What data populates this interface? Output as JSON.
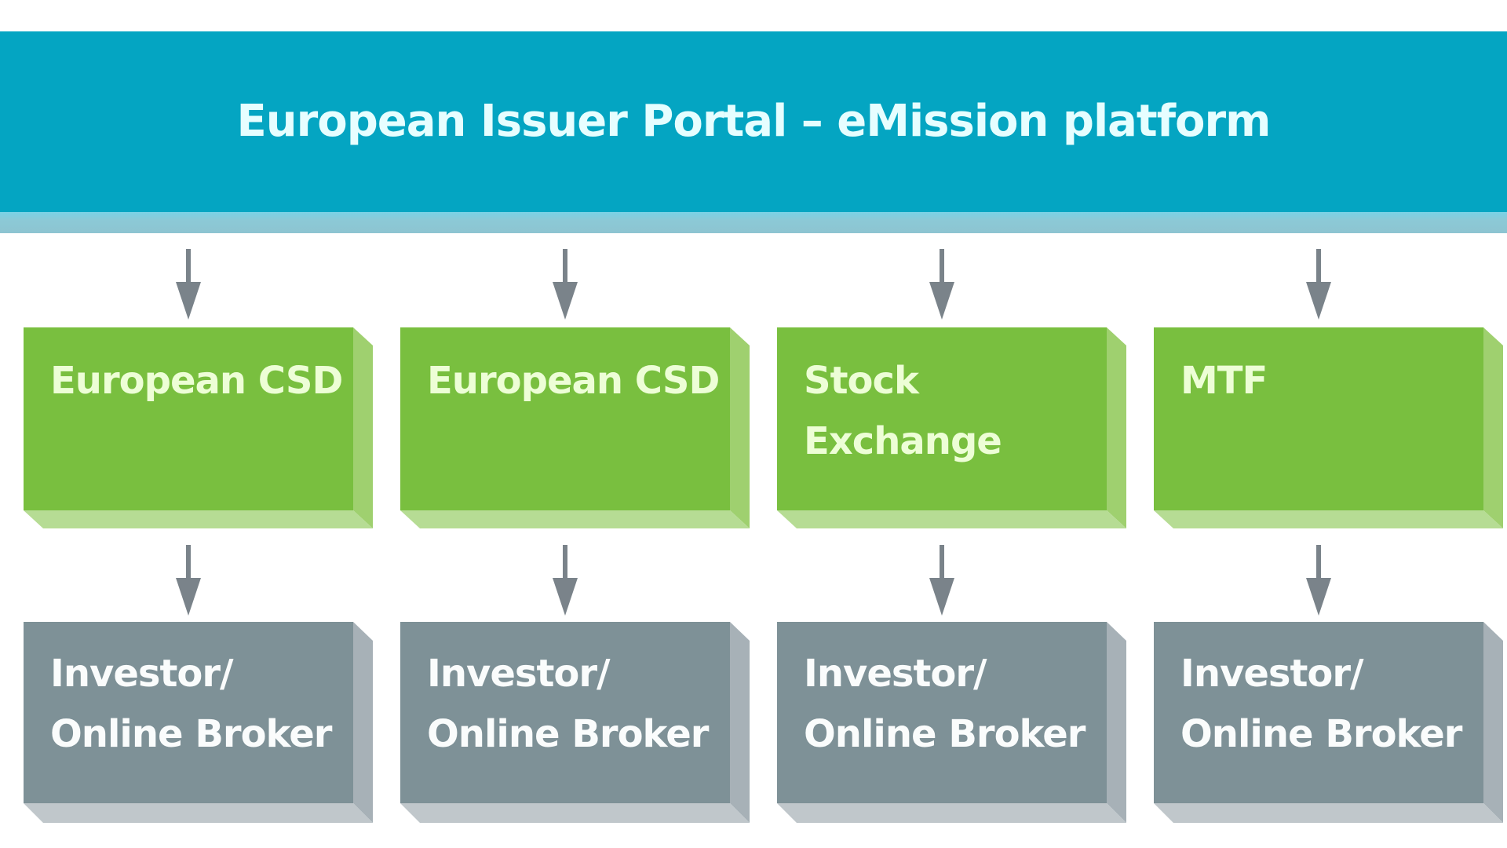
{
  "banner": {
    "title": "European Issuer Portal – eMission platform"
  },
  "columns": [
    {
      "venue": "European CSD",
      "recipient": "Investor/\nOnline Broker"
    },
    {
      "venue": "European CSD",
      "recipient": "Investor/\nOnline Broker"
    },
    {
      "venue": "Stock\nExchange",
      "recipient": "Investor/\nOnline Broker"
    },
    {
      "venue": "MTF",
      "recipient": "Investor/\nOnline Broker"
    }
  ],
  "colors": {
    "banner": "#04a5c2",
    "banner_strip": "#8cc9d6",
    "venue_box": "#79bf3f",
    "venue_box_side": "#9fd06f",
    "venue_box_bottom": "#b6dc94",
    "recipient_box": "#7e9197",
    "recipient_box_side": "#a7b1b7",
    "recipient_box_bottom": "#c0c7cb",
    "arrow": "#7a838a"
  }
}
